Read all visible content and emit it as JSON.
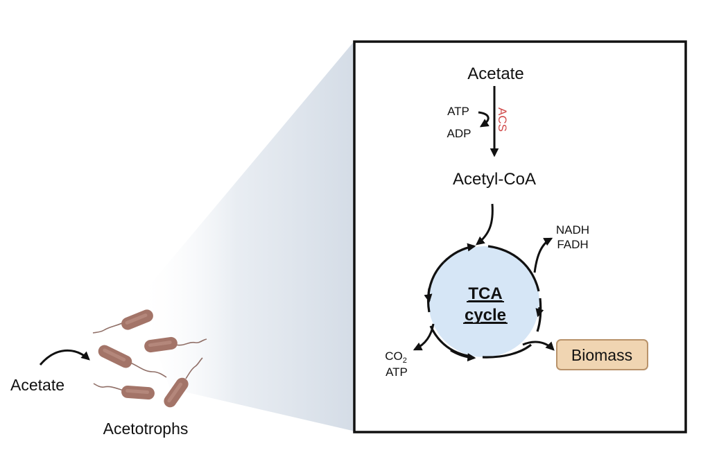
{
  "left": {
    "input_label": "Acetate",
    "organism_label": "Acetotrophs"
  },
  "pathway": {
    "substrate": "Acetate",
    "cofactor_in": "ATP",
    "cofactor_out": "ADP",
    "enzyme": "ACS",
    "product": "Acetyl-CoA"
  },
  "cycle": {
    "title_line1": "TCA",
    "title_line2": "cycle",
    "output_top_line1": "NADH",
    "output_top_line2": "FADH",
    "output_bottom_co2": "CO",
    "output_bottom_co2_sub": "2",
    "output_bottom_atp": "ATP",
    "biomass": "Biomass"
  },
  "colors": {
    "enzyme": "#d04a4a",
    "cycle_fill": "#d6e6f6",
    "biomass_fill": "#f0d5b2",
    "biomass_stroke": "#b8926a",
    "bacteria": "#a37468",
    "bacteria_dark": "#7e5448",
    "flagella": "#8f6e66",
    "frame": "#111111",
    "zoom_cone": "#dbe2ea"
  }
}
